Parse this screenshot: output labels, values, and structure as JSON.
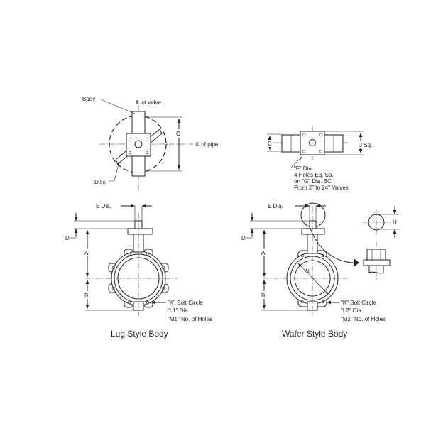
{
  "top_view": {
    "body_label": "Body",
    "valve_centerline_label": "℄ of valve",
    "pipe_centerline_label": "℄ of pipe",
    "disc_label": "Disc",
    "o_label": "O"
  },
  "top_right_view": {
    "c_label": "C",
    "j_label": "J Sq.",
    "note_lines": [
      "\"F\" Dia.",
      "4 Holes Eq. Sp.",
      "on \"G\" Dia. BC",
      "From 2\" to 24\" Valves"
    ]
  },
  "lug_view": {
    "e_label": "E Dia.",
    "d_label": "D",
    "a_label": "A",
    "b_label": "B",
    "note_lines": [
      "\"K\" Bolt Circle",
      "\"L1\" Dia.",
      "\"M1\" No. of Holes"
    ],
    "caption": "Lug Style Body"
  },
  "wafer_view": {
    "e_label": "E Dia.",
    "d_label": "D",
    "a_label": "A",
    "b_label": "B",
    "n_label": "N",
    "h_label": "H",
    "note_lines": [
      "\"K\" Bolt Circle",
      "\"L2\" Dia.",
      "\"M2\" No. of Holes"
    ],
    "caption": "Wafer Style Body"
  }
}
